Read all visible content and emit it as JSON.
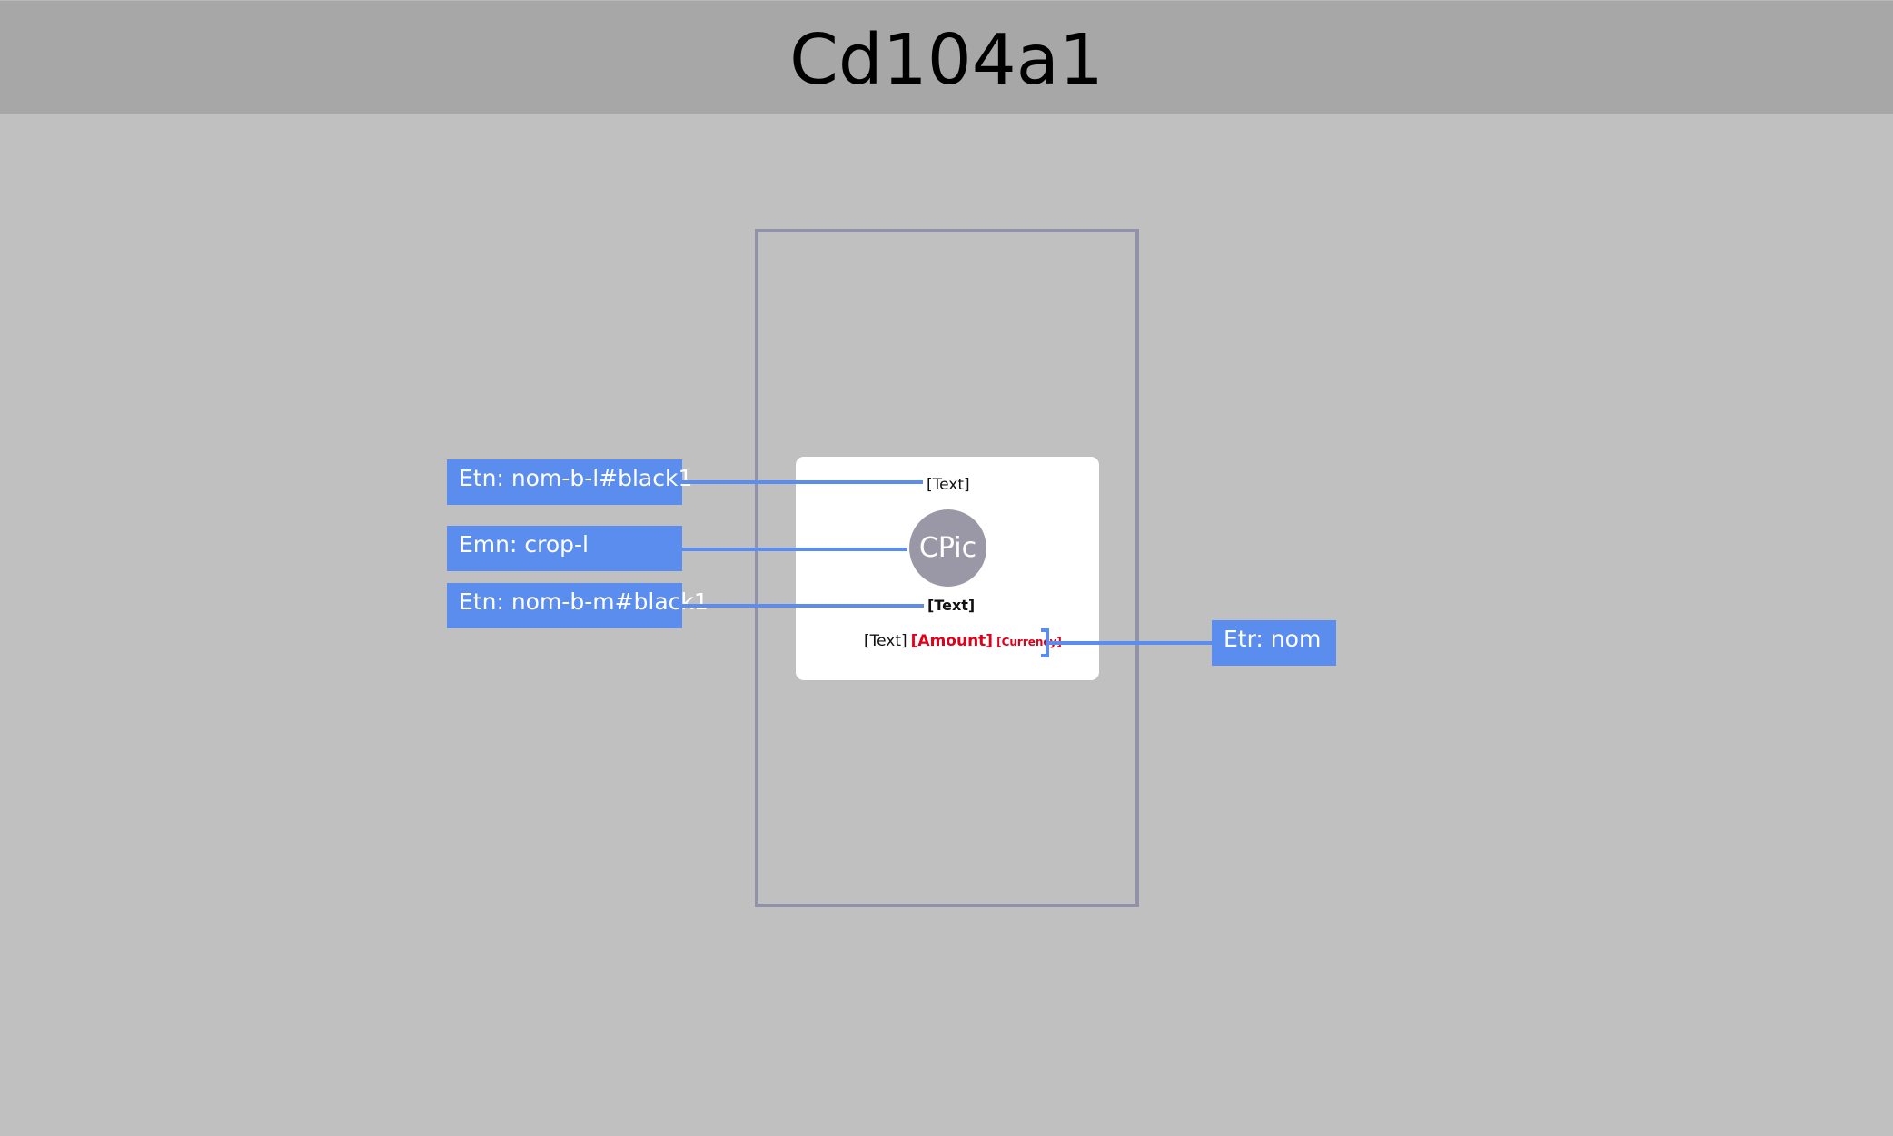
{
  "header": {
    "title": "Cd104a1"
  },
  "card": {
    "top_text": "[Text]",
    "avatar_label": "CPic",
    "bold_text": "[Text]",
    "price": {
      "text": "[Text]",
      "amount": "[Amount]",
      "currency": "[Currency]"
    }
  },
  "annotations": {
    "top_label": "Etn: nom-b-l#black1",
    "middle_label": "Emn: crop-l",
    "bottom_label": "Etn: nom-b-m#black1",
    "right_label": "Etr: nom"
  },
  "colors": {
    "background": "#c0c0c0",
    "header_background": "#a7a7a7",
    "frame_border": "#9191a7",
    "annotation_blue": "#5b8def",
    "price_red": "#e0001a",
    "avatar_gray": "#9a98a7"
  }
}
